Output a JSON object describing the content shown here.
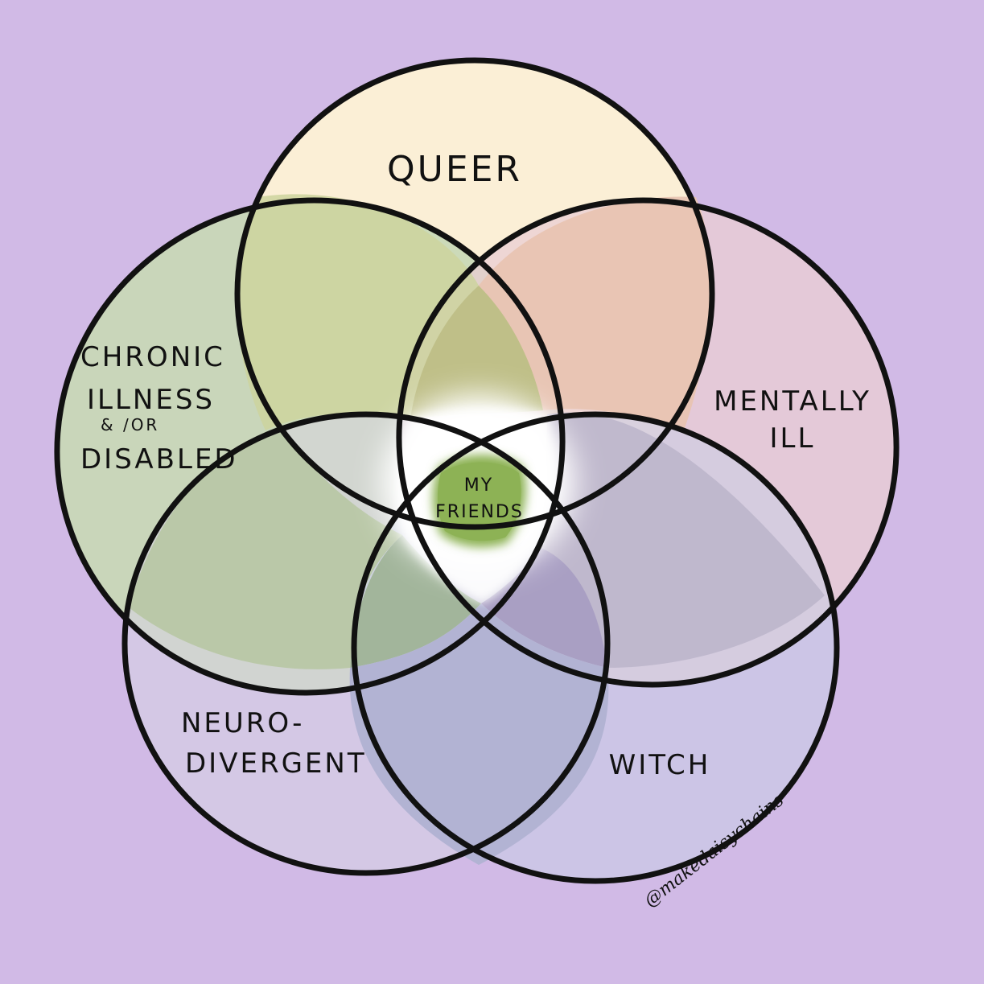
{
  "colors": {
    "background": "#d1bae6",
    "outline": "#111111",
    "queer": "#fbefd6",
    "chronic": "#c8d8b6",
    "mentally_ill": "#e9cdd3",
    "neurodivergent": "#d7d3e3",
    "witch": "#d2d6e8",
    "center": "#8db255",
    "glow": "#ffffff"
  },
  "labels": {
    "queer": "QUEER",
    "chronic_1": "CHRONIC",
    "chronic_2": "ILLNESS",
    "chronic_3": "& /OR",
    "chronic_4": "DISABLED",
    "mentally_1": "MENTALLY",
    "mentally_2": "ILL",
    "neuro_1": "NEURO-",
    "neuro_2": "DIVERGENT",
    "witch": "WITCH",
    "center_1": "MY",
    "center_2": "FRIENDS"
  },
  "credit": "@makedaisychains"
}
